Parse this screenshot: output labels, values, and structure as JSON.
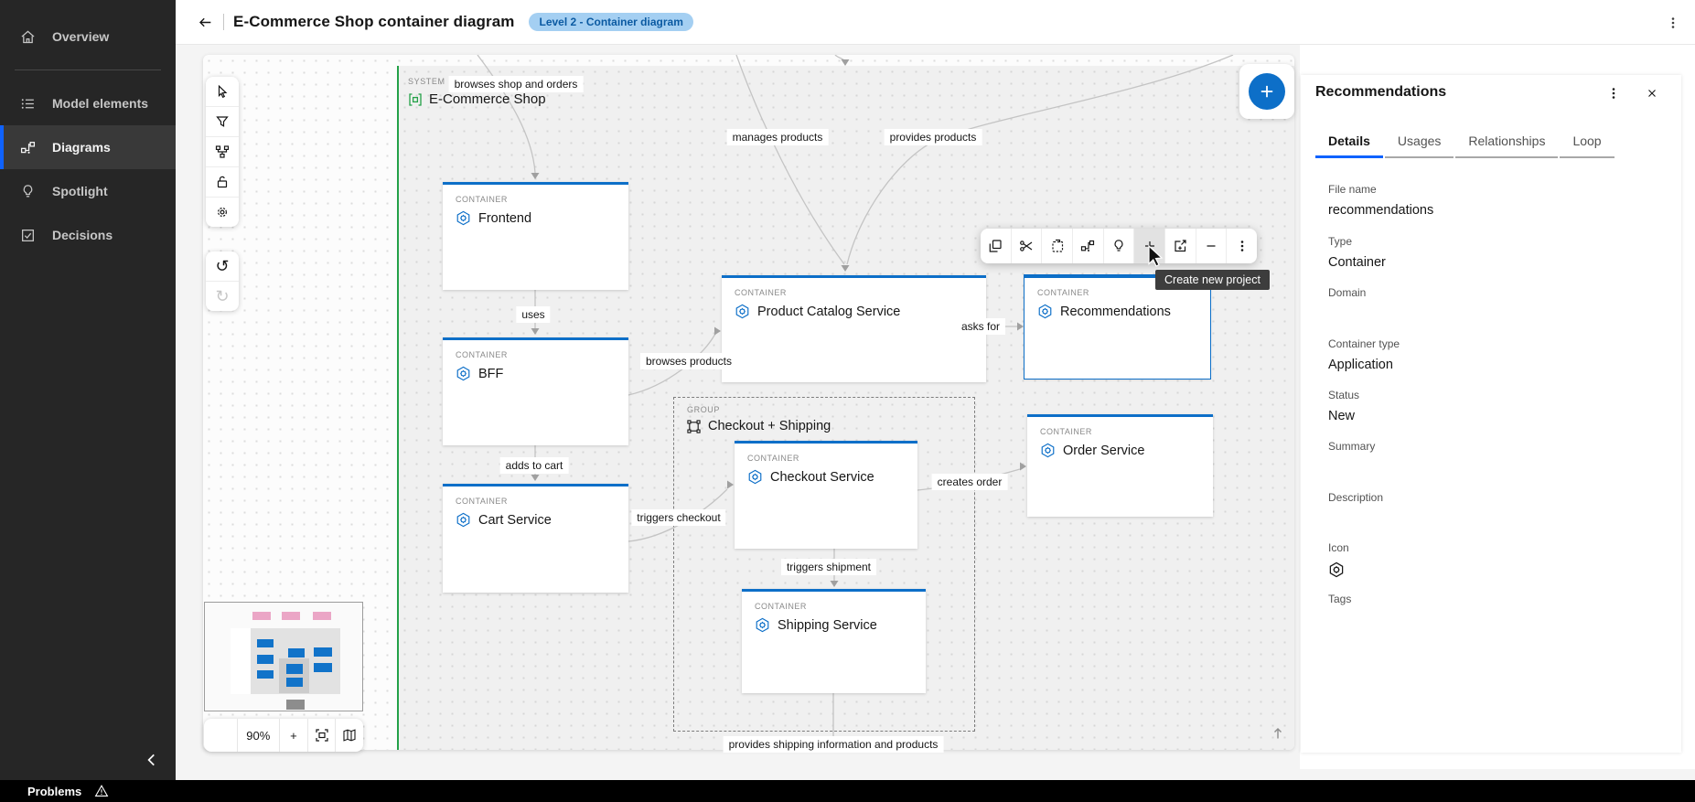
{
  "header": {
    "title": "E-Commerce Shop container diagram",
    "badge": "Level 2 - Container diagram"
  },
  "sidebar": {
    "items": [
      {
        "label": "Overview",
        "icon": "home"
      },
      {
        "label": "Model elements",
        "icon": "list"
      },
      {
        "label": "Diagrams",
        "icon": "flow"
      },
      {
        "label": "Spotlight",
        "icon": "lightbulb"
      },
      {
        "label": "Decisions",
        "icon": "checkbox"
      }
    ]
  },
  "statusbar": {
    "problems_label": "Problems"
  },
  "canvas": {
    "system": {
      "kind": "SYSTEM",
      "name": "E-Commerce Shop"
    },
    "group": {
      "kind": "GROUP",
      "name": "Checkout + Shipping"
    },
    "container_kind": "CONTAINER",
    "containers": [
      {
        "name": "Frontend"
      },
      {
        "name": "BFF"
      },
      {
        "name": "Cart Service"
      },
      {
        "name": "Product Catalog Service"
      },
      {
        "name": "Recommendations"
      },
      {
        "name": "Order Service"
      },
      {
        "name": "Checkout Service"
      },
      {
        "name": "Shipping Service"
      }
    ],
    "edge_labels": [
      "browses shop and orders",
      "manages products",
      "provides products",
      "uses",
      "browses products",
      "asks for",
      "adds to cart",
      "triggers checkout",
      "creates order",
      "triggers shipment",
      "provides shipping information and products"
    ],
    "zoom": {
      "level": "90%",
      "zoom_in": "+"
    },
    "tooltip": "Create new project"
  },
  "panel": {
    "title": "Recommendations",
    "tabs": [
      {
        "label": "Details"
      },
      {
        "label": "Usages"
      },
      {
        "label": "Relationships"
      },
      {
        "label": "Loop"
      }
    ],
    "fields": [
      {
        "label": "File name",
        "value": "recommendations"
      },
      {
        "label": "Type",
        "value": "Container"
      },
      {
        "label": "Domain",
        "value": ""
      },
      {
        "label": "Container type",
        "value": "Application"
      },
      {
        "label": "Status",
        "value": "New"
      },
      {
        "label": "Summary",
        "value": ""
      },
      {
        "label": "Description",
        "value": ""
      },
      {
        "label": "Icon",
        "value": ""
      },
      {
        "label": "Tags",
        "value": ""
      }
    ]
  },
  "colors": {
    "ui_accent": "#0f62fe",
    "diagram_blue": "#0d6fc8",
    "system_green": "#24a148",
    "badge_bg": "#a4cff2",
    "badge_text": "#0b5aa2"
  }
}
